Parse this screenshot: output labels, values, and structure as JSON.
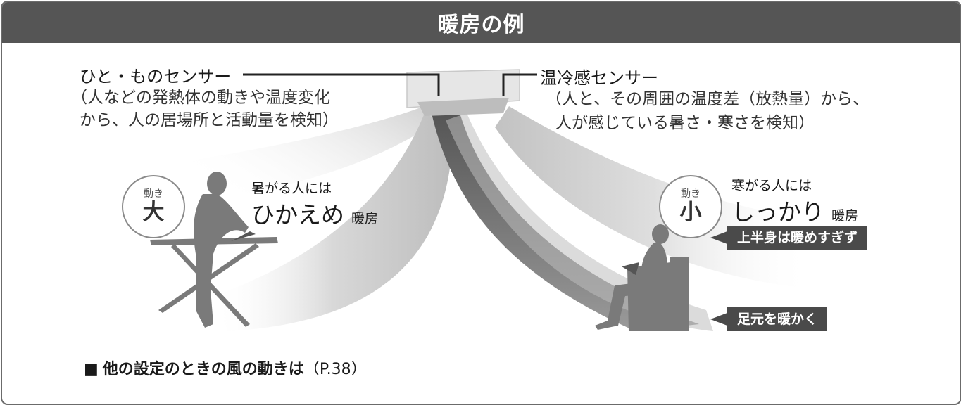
{
  "header": {
    "title": "暖房の例"
  },
  "sensors": {
    "left": {
      "title": "ひと・ものセンサー",
      "desc_line1": "（人などの発熱体の動きや温度変化",
      "desc_line2": "から、人の居場所と活動量を検知）"
    },
    "right": {
      "title": "温冷感センサー",
      "desc_line1": "（人と、その周囲の温度差（放熱量）から、",
      "desc_line2": "人が感じている暑さ・寒さを検知）"
    }
  },
  "left_person": {
    "badge_label": "動き",
    "badge_value": "大",
    "caption_small": "暑がる人には",
    "caption_big": "ひかえめ",
    "caption_suffix": "暖房"
  },
  "right_person": {
    "badge_label": "動き",
    "badge_value": "小",
    "caption_small": "寒がる人には",
    "caption_big": "しっかり",
    "caption_suffix": "暖房",
    "tag_upper": "上半身は暖めすぎず",
    "tag_lower": "足元を暖かく"
  },
  "footer": {
    "bullet": "■",
    "text_bold": "他の設定のときの風の動きは",
    "text_ref": "（P.38）"
  },
  "colors": {
    "header_bg": "#555555",
    "tag_bg": "#4a4a4a",
    "frame_border": "#6b6b6b"
  }
}
